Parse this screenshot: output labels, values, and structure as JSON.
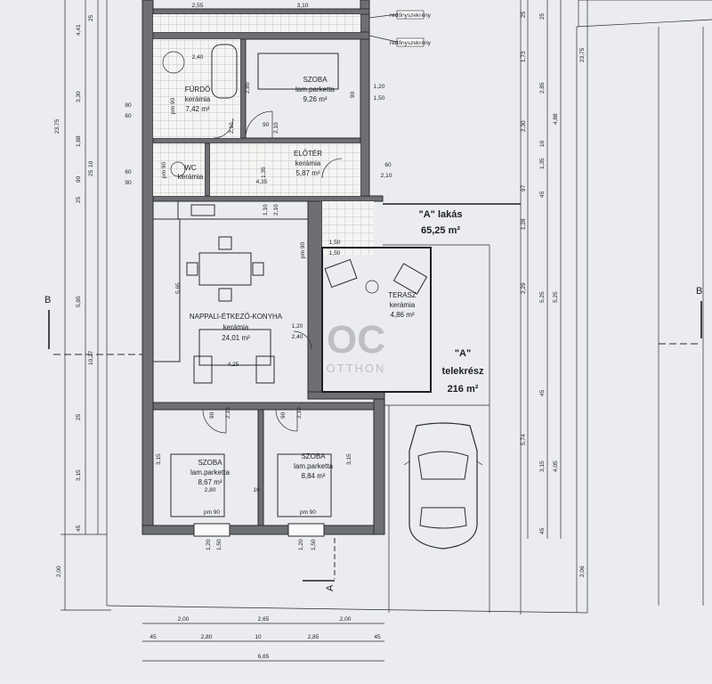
{
  "plan": {
    "apartment": {
      "name": "\"A\" lakás",
      "area": "65,25 m²"
    },
    "plot": {
      "name1": "\"A\"",
      "name2": "telekrész",
      "area": "216 m²"
    },
    "watermark": "OTTHON",
    "watermark_mono": "OC",
    "section_b": "B",
    "section_a": "A",
    "shutter_label": "redőnyszekrény",
    "rooms": [
      {
        "name": "FÜRDŐ",
        "floor": "kerámia",
        "area": "7,42 m²"
      },
      {
        "name": "SZOBA",
        "floor": "lam.parketta",
        "area": "9,26 m²"
      },
      {
        "name": "ELŐTÉR",
        "floor": "kerámia",
        "area": "5,87 m²"
      },
      {
        "name": "WC",
        "floor": "kerámia",
        "area": ""
      },
      {
        "name": "NAPPALI-ÉTKEZŐ-KONYHA",
        "floor": "kerámia",
        "area": "24,01 m²"
      },
      {
        "name": "TERASZ",
        "floor": "kerámia",
        "area": "4,86 m²"
      },
      {
        "name": "SZOBA",
        "floor": "lam.parketta",
        "area": "8,67 m²"
      },
      {
        "name": "SZOBA",
        "floor": "lam.parketta",
        "area": "8,84 m²"
      }
    ],
    "dims_left_outer": [
      "23,75"
    ],
    "dims_left_mid": [
      "4,41",
      "3,30",
      "1,88",
      "5,65",
      "10,27",
      "3,15",
      "2,00"
    ],
    "dims_left_inner": [
      "25",
      "25",
      "10",
      "90",
      "25",
      "25",
      "45"
    ],
    "dims_right_a": [
      "25",
      "1,73",
      "2,30",
      "97",
      "1,28",
      "2,29",
      "5,74",
      "45"
    ],
    "dims_right_b": [
      "25",
      "2,85",
      "10",
      "1,35",
      "45",
      "5,25",
      "45",
      "3,15"
    ],
    "dims_right_c": [
      "4,88",
      "5,25",
      "4,05",
      "2,06",
      "23,75"
    ],
    "dims_bottom_1": [
      "2,00",
      "2,65",
      "2,00"
    ],
    "dims_bottom_2": [
      "45",
      "2,80",
      "10",
      "2,85",
      "45"
    ],
    "dims_bottom_3": [
      "6,65"
    ],
    "interior_dims": [
      "2,55",
      "3,10",
      "2,40",
      "2,85",
      "4,35",
      "2,10",
      "2,10",
      "90",
      "90",
      "1,20",
      "1,50",
      "80",
      "60",
      "60",
      "90",
      "60",
      "2,10",
      "1,10",
      "2,10",
      "1,35",
      "1,50",
      "1,50",
      "pm 90",
      "1,20",
      "2,40",
      "4,25",
      "2,10",
      "2,10",
      "90",
      "90",
      "2,80",
      "10",
      "pm 90",
      "pm 90",
      "1,20",
      "1,50",
      "1,20",
      "1,50",
      "3,15",
      "3,15",
      "5,65",
      "pm 90",
      "pm 90"
    ]
  }
}
